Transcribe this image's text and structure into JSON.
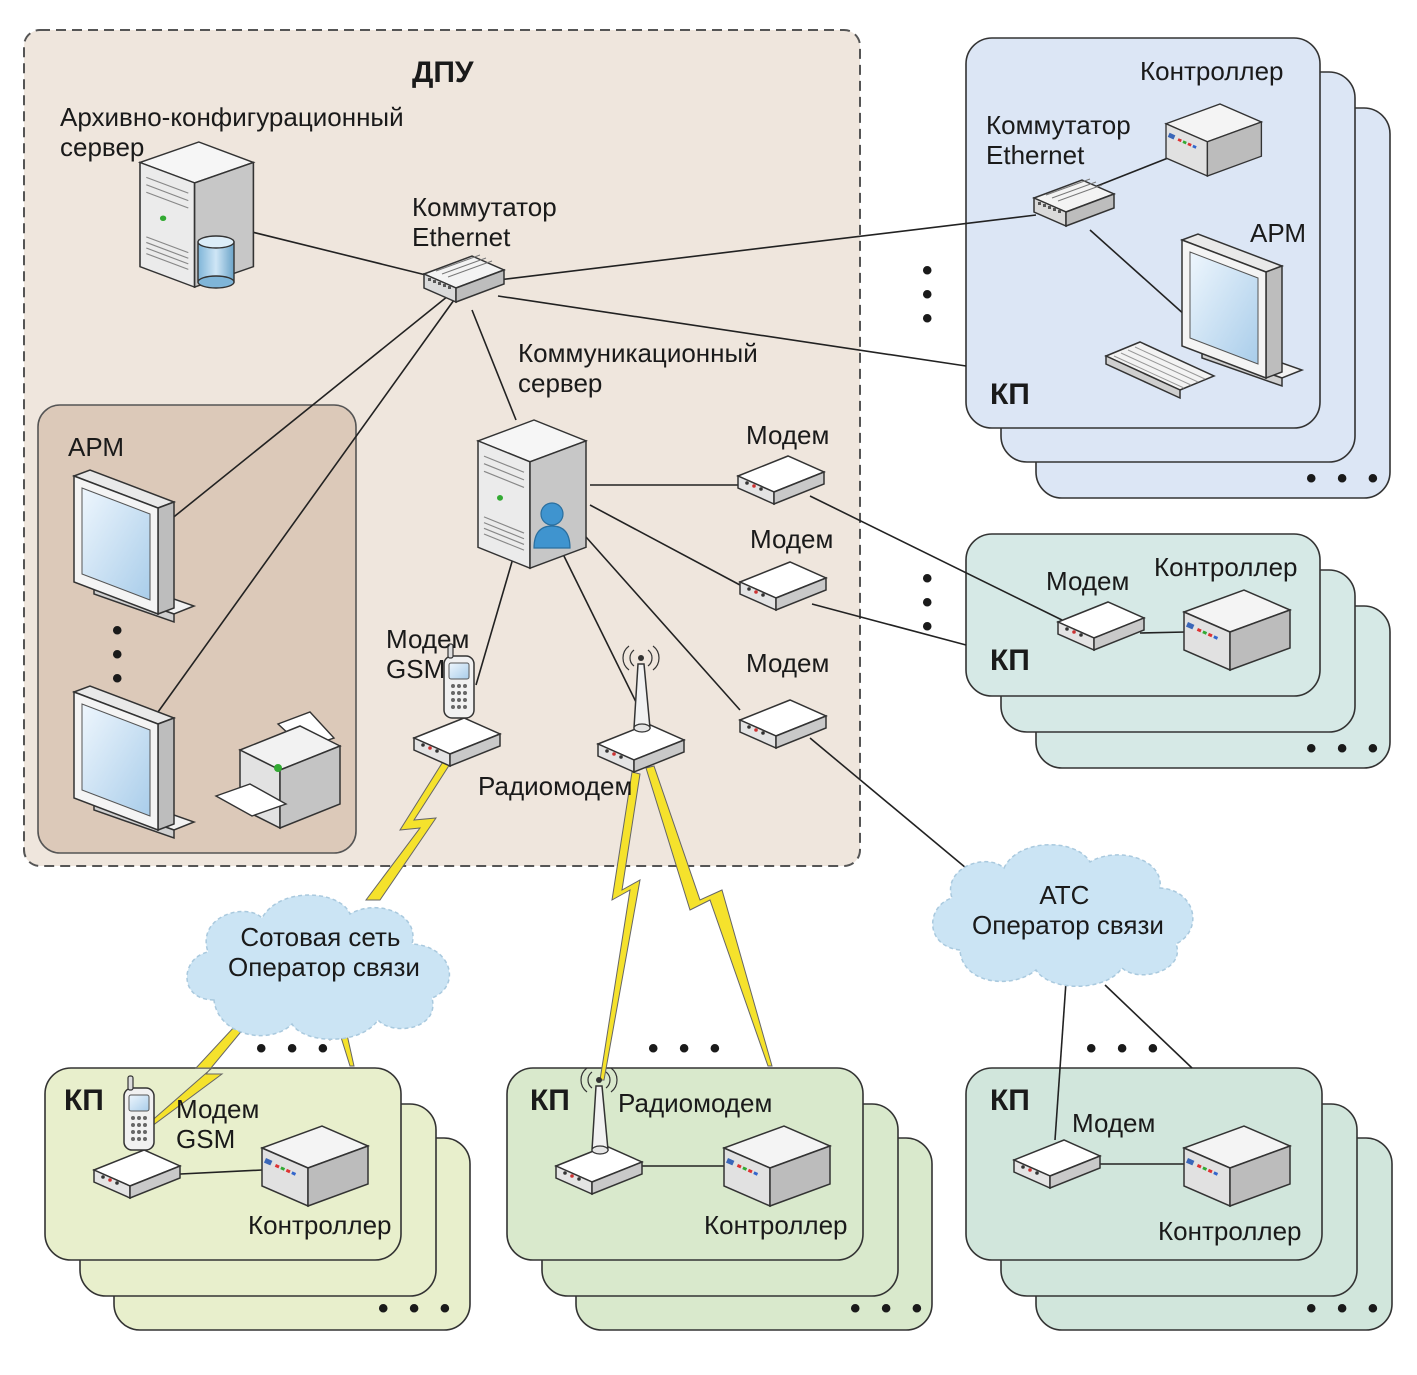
{
  "colors": {
    "dpu_bg": "#efe6dd",
    "arm_group_bg": "#dcc9b9",
    "kp_ethernet": "#dce6f5",
    "kp_modem": "#d6e9e6",
    "kp_gsm": "#e8efcc",
    "kp_radio": "#d9e9cc",
    "kp_atc": "#d1e6dc",
    "cloud": "#cbe4f4",
    "lightning": "#f5e22c"
  },
  "dpu": {
    "title": "ДПУ",
    "archive_server": "Архивно-конфигурационный сервер",
    "switch": "Коммутатор Ethernet",
    "comm_server": "Коммуникационный сервер",
    "arm": "АРМ",
    "modem_1": "Модем",
    "modem_2": "Модем",
    "modem_3": "Модем",
    "gsm_modem": "Модем GSM",
    "radiomodem": "Радиомодем"
  },
  "kp_ethernet": {
    "title": "КП",
    "controller": "Контроллер",
    "switch": "Коммутатор Ethernet",
    "arm": "АРМ",
    "more": "• • •"
  },
  "kp_modem": {
    "title": "КП",
    "modem": "Модем",
    "controller": "Контроллер",
    "more": "• • •"
  },
  "clouds": {
    "cellular": "Сотовая сеть Оператор связи",
    "atc": "АТС Оператор связи"
  },
  "kp_gsm": {
    "title": "КП",
    "modem": "Модем GSM",
    "controller": "Контроллер",
    "more": "• • •"
  },
  "kp_radio": {
    "title": "КП",
    "modem": "Радиомодем",
    "controller": "Контроллер",
    "more": "• • •"
  },
  "kp_atc": {
    "title": "КП",
    "modem": "Модем",
    "controller": "Контроллер",
    "more": "• • •"
  },
  "ellipsis": "• • •",
  "vertical_more": "⋮"
}
